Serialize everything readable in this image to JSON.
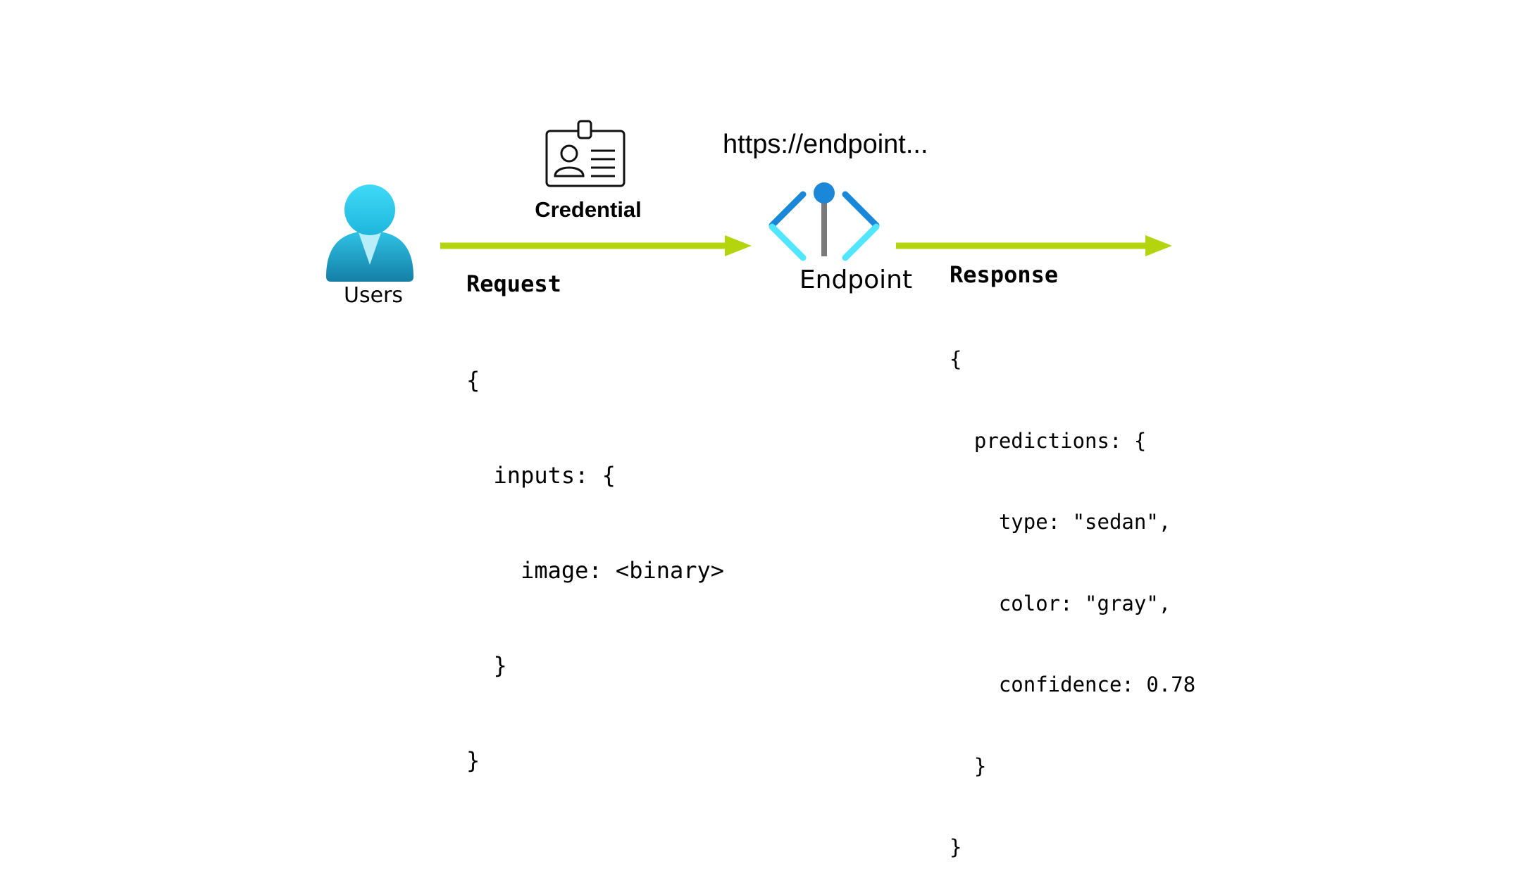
{
  "users": {
    "label": "Users",
    "icon": "user-icon",
    "colors": {
      "head": "#32D4F5",
      "body": "#198AB3"
    }
  },
  "credential": {
    "label": "Credential",
    "icon": "id-card-icon"
  },
  "endpoint": {
    "url": "https://endpoint...",
    "label": "Endpoint",
    "icon": "endpoint-icon",
    "colors": {
      "dark": "#1B87D8",
      "light": "#50E6FF",
      "stem": "#7A7A7A"
    }
  },
  "request": {
    "title": "Request",
    "lines": [
      "{",
      "  inputs: {",
      "    image: <binary>",
      "  }",
      "}"
    ]
  },
  "response": {
    "title": "Response",
    "lines": [
      "{",
      "  predictions: {",
      "    type: \"sedan\",",
      "    color: \"gray\",",
      "    confidence: 0.78",
      "  }",
      "}"
    ]
  },
  "arrow_color": "#B4D40E"
}
